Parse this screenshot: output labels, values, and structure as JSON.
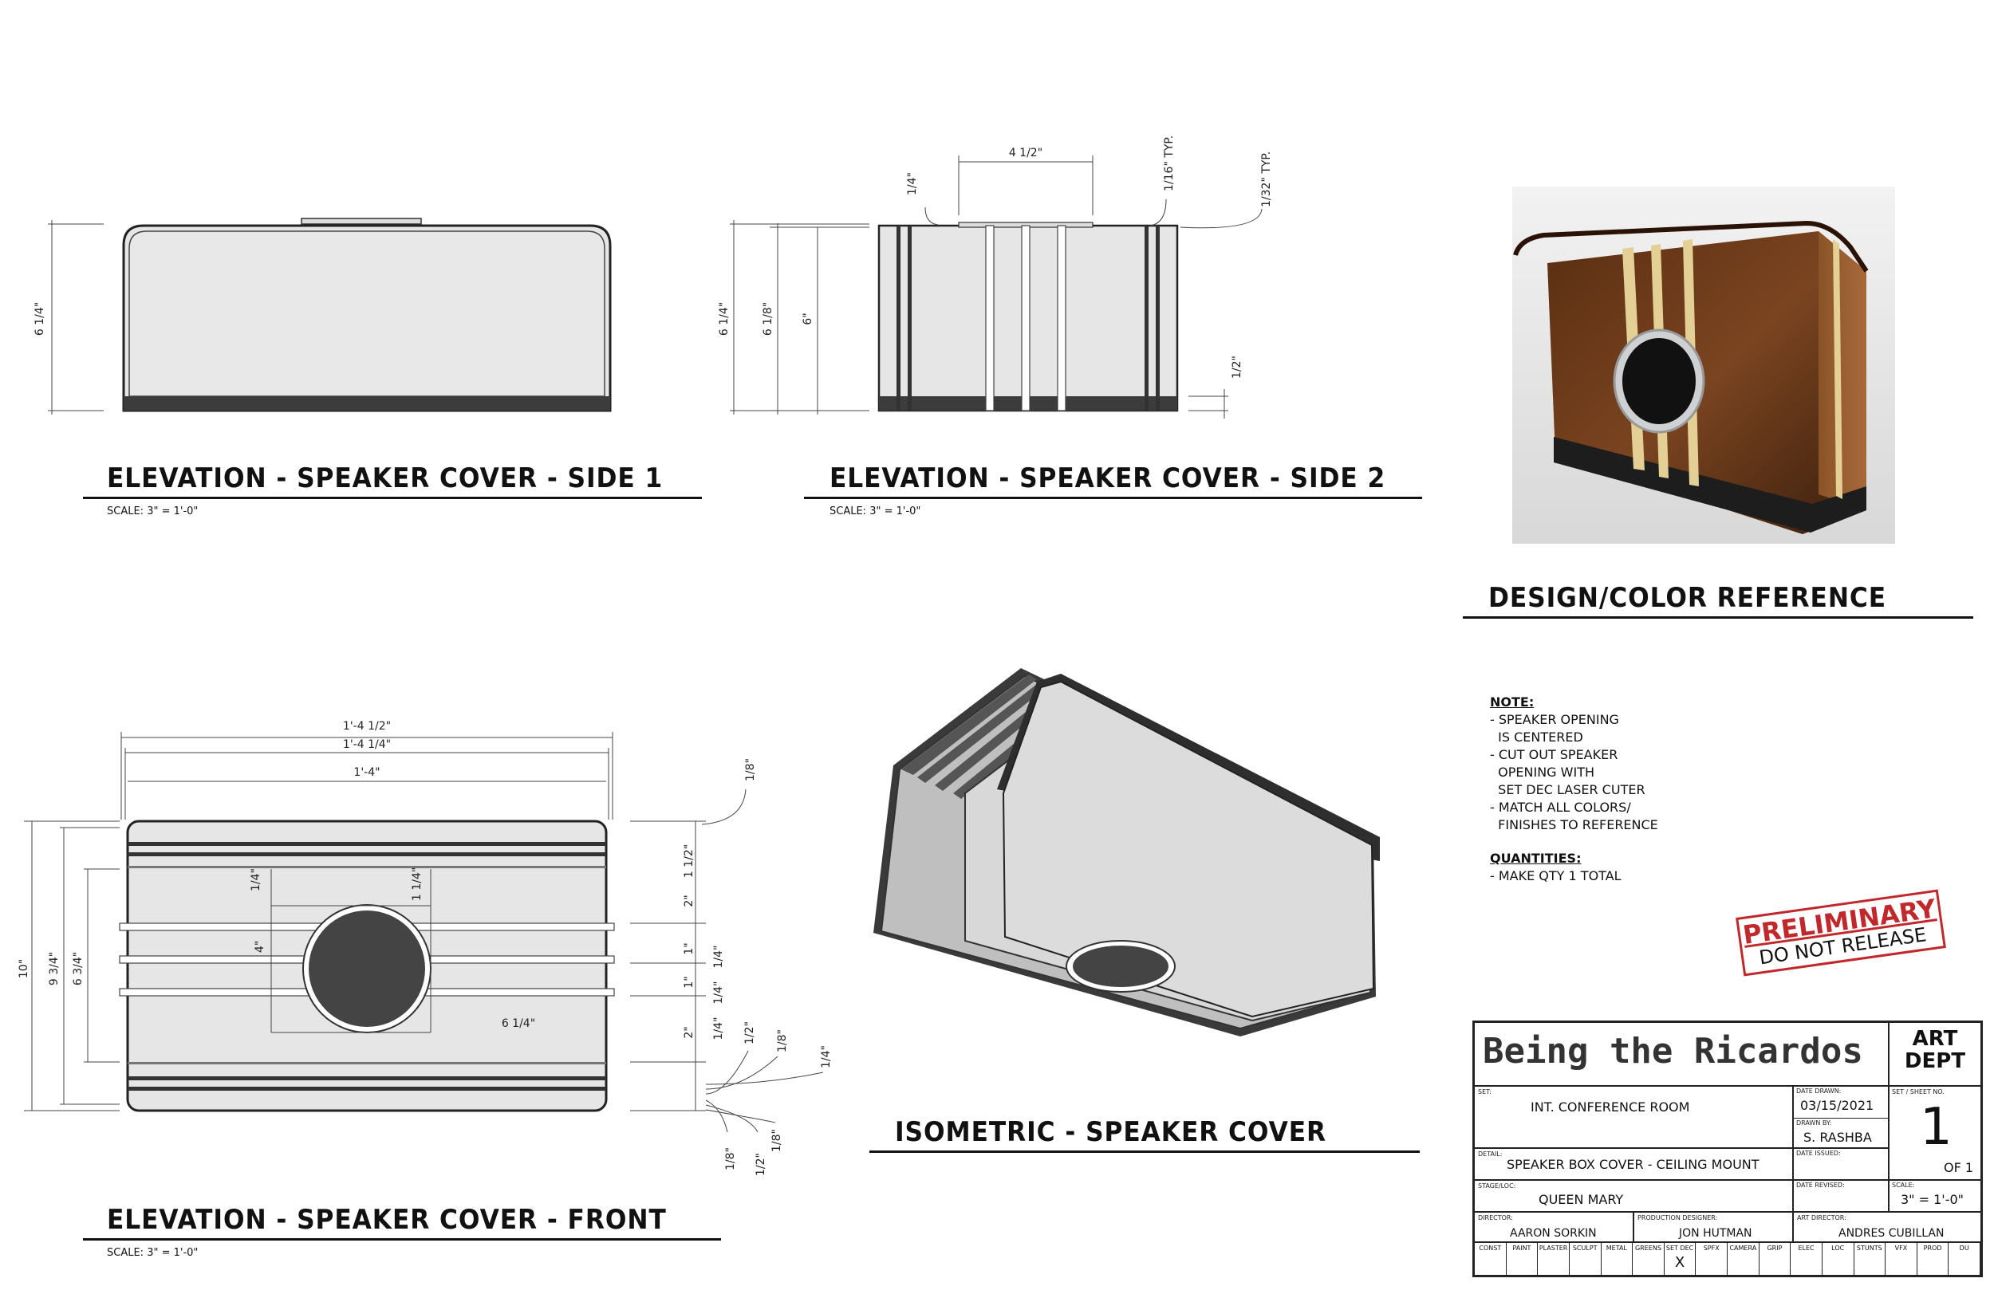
{
  "views": {
    "side1": {
      "title": "ELEVATION - SPEAKER COVER - SIDE 1",
      "scale": "SCALE: 3\" = 1'-0\"",
      "dims": [
        "6 1/4\""
      ]
    },
    "side2": {
      "title": "ELEVATION - SPEAKER COVER - SIDE 2",
      "scale": "SCALE: 3\" = 1'-0\"",
      "dims": [
        "4 1/2\"",
        "1/4\"",
        "1/16\" TYP.",
        "1/32\" TYP.",
        "6 1/4\"",
        "6 1/8\"",
        "6\"",
        "1/2\""
      ]
    },
    "front": {
      "title": "ELEVATION - SPEAKER COVER - FRONT",
      "scale": "SCALE: 3\" = 1'-0\"",
      "dims": [
        "1'-4 1/2\"",
        "1'-4 1/4\"",
        "1'-4\"",
        "1/8\"",
        "1 1/2\"",
        "2\"",
        "1\"",
        "1/4\"",
        "1\"",
        "1/4\"",
        "2\"",
        "1/4\"",
        "1/2\"",
        "1/8\"",
        "1/4\"",
        "1/8\"",
        "1/2\"",
        "1/8\"",
        "10\"",
        "9 3/4\"",
        "6 3/4\"",
        "1/4\"",
        "1 1/4\"",
        "4\"",
        "6 1/4\""
      ]
    },
    "iso": {
      "title": "ISOMETRIC - SPEAKER COVER"
    },
    "reference": {
      "title": "DESIGN/COLOR REFERENCE"
    }
  },
  "notes": {
    "heading": "NOTE:",
    "lines": [
      "- SPEAKER OPENING",
      "  IS CENTERED",
      "- CUT OUT SPEAKER",
      "  OPENING WITH",
      "  SET DEC LASER CUTER",
      "- MATCH ALL COLORS/",
      "  FINISHES TO REFERENCE"
    ],
    "qty_heading": "QUANTITIES:",
    "qty_lines": [
      "- MAKE QTY 1 TOTAL"
    ]
  },
  "stamp": {
    "line1": "PRELIMINARY",
    "line2": "DO  NOT RELEASE"
  },
  "title_block": {
    "show": "Being the Ricardos",
    "dept": "ART DEPT",
    "set_label": "SET:",
    "set": "INT. CONFERENCE ROOM",
    "date_drawn_label": "DATE DRAWN:",
    "date_drawn": "03/15/2021",
    "drawn_by_label": "DRAWN BY:",
    "drawn_by": "S. RASHBA",
    "sheet_label": "SET / SHEET NO.",
    "sheet_no": "1",
    "sheet_of": "OF 1",
    "detail_label": "DETAIL:",
    "detail": "SPEAKER BOX COVER - CEILING MOUNT",
    "date_issued_label": "DATE ISSUED:",
    "stage_label": "STAGE/LOC:",
    "stage": "QUEEN MARY",
    "date_revised_label": "DATE REVISED:",
    "scale_label": "SCALE:",
    "scale": "3\" = 1'-0\"",
    "director_label": "DIRECTOR:",
    "director": "AARON SORKIN",
    "pd_label": "PRODUCTION DESIGNER:",
    "pd": "JON HUTMAN",
    "ad_label": "ART DIRECTOR:",
    "ad": "ANDRES CUBILLAN",
    "depts": [
      "CONST",
      "PAINT",
      "PLASTER",
      "SCULPT",
      "METAL",
      "GREENS",
      "SET DEC",
      "SPFX",
      "CAMERA",
      "GRIP",
      "ELEC",
      "LOC",
      "STUNTS",
      "VFX",
      "PROD",
      "DU"
    ],
    "dept_marks": [
      "",
      "",
      "",
      "",
      "",
      "",
      "X",
      "",
      "",
      "",
      "",
      "",
      "",
      "",
      "",
      ""
    ]
  }
}
